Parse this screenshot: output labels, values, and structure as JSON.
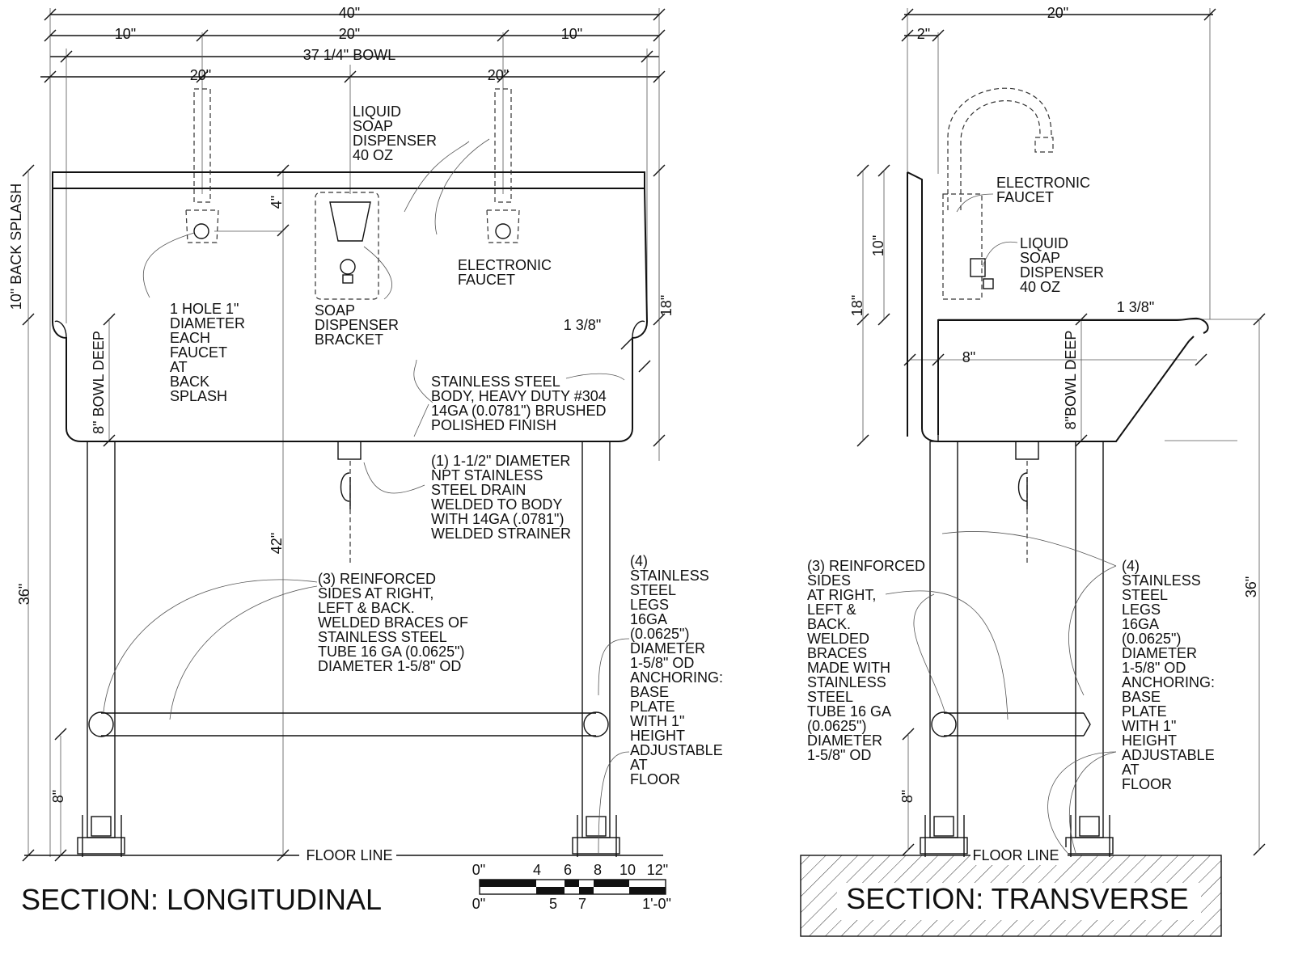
{
  "longitudinal": {
    "title": "SECTION: LONGITUDINAL",
    "dims": {
      "overall": "40\"",
      "left": "10\"",
      "middle": "20\"",
      "right": "10\"",
      "bowl": "37 1/4\" BOWL",
      "faucet_left": "20\"",
      "faucet_right": "20\"",
      "four": "4\"",
      "back_splash": "10\" BACK SPLASH",
      "bowl_deep": "8\" BOWL DEEP",
      "one_three_eighths": "1 3/8\"",
      "eighteen": "18\"",
      "thirty_six": "36\"",
      "forty_two": "42\"",
      "eight": "8\""
    },
    "notes": {
      "soap": [
        "LIQUID",
        "SOAP",
        "DISPENSER",
        "40 OZ"
      ],
      "faucet": [
        "ELECTRONIC",
        "FAUCET"
      ],
      "hole": [
        "1 HOLE 1\"",
        "DIAMETER",
        "EACH",
        "FAUCET",
        "AT",
        "BACK",
        "SPLASH"
      ],
      "bracket": [
        "SOAP",
        "DISPENSER",
        "BRACKET"
      ],
      "body": [
        "STAINLESS STEEL",
        "BODY, HEAVY DUTY #304",
        "14GA (0.0781\") BRUSHED",
        "POLISHED FINISH"
      ],
      "drain": [
        "(1) 1-1/2\" DIAMETER",
        "NPT STAINLESS",
        "STEEL DRAIN",
        "WELDED TO BODY",
        "WITH 14GA (.0781\")",
        "WELDED STRAINER"
      ],
      "sides": [
        "(3) REINFORCED",
        "SIDES AT RIGHT,",
        "LEFT & BACK.",
        "WELDED BRACES OF",
        "STAINLESS STEEL",
        "TUBE 16 GA (0.0625\")",
        "DIAMETER 1-5/8\" OD"
      ],
      "legs": [
        "(4)",
        "STAINLESS",
        "STEEL",
        "LEGS",
        "16GA",
        "(0.0625\")",
        "DIAMETER",
        "1-5/8\" OD",
        "ANCHORING:",
        "BASE",
        "PLATE",
        "WITH 1\"",
        "HEIGHT",
        "ADJUSTABLE",
        "AT",
        "FLOOR"
      ],
      "floor": "FLOOR LINE"
    },
    "scale": {
      "top": [
        "0\"",
        "4",
        "6",
        "8",
        "10",
        "12\""
      ],
      "bottom": [
        "0\"",
        "5",
        "7",
        "1'-0\""
      ]
    }
  },
  "transverse": {
    "title": "SECTION: TRANSVERSE",
    "dims": {
      "overall": "20\"",
      "two": "2\"",
      "ten": "10\"",
      "eighteen": "18\"",
      "one_three_eighths": "1 3/8\"",
      "eight": "8\"",
      "bowl_deep": "8\"BOWL DEEP",
      "thirty_six": "36\"",
      "eight_low": "8\""
    },
    "notes": {
      "faucet": [
        "ELECTRONIC",
        "FAUCET"
      ],
      "soap": [
        "LIQUID",
        "SOAP",
        "DISPENSER",
        "40 OZ"
      ],
      "sides": [
        "(3) REINFORCED",
        "SIDES",
        "AT RIGHT,",
        "LEFT &",
        "BACK.",
        "WELDED",
        "BRACES",
        "MADE WITH",
        "STAINLESS",
        "STEEL",
        "TUBE 16 GA",
        "(0.0625\")",
        "DIAMETER",
        "1-5/8\" OD"
      ],
      "legs": [
        "(4)",
        "STAINLESS",
        "STEEL",
        "LEGS",
        "16GA",
        "(0.0625\")",
        "DIAMETER",
        "1-5/8\" OD",
        "ANCHORING:",
        "BASE",
        "PLATE",
        "WITH 1\"",
        "HEIGHT",
        "ADJUSTABLE",
        "AT",
        "FLOOR"
      ],
      "floor": "FLOOR LINE"
    }
  }
}
